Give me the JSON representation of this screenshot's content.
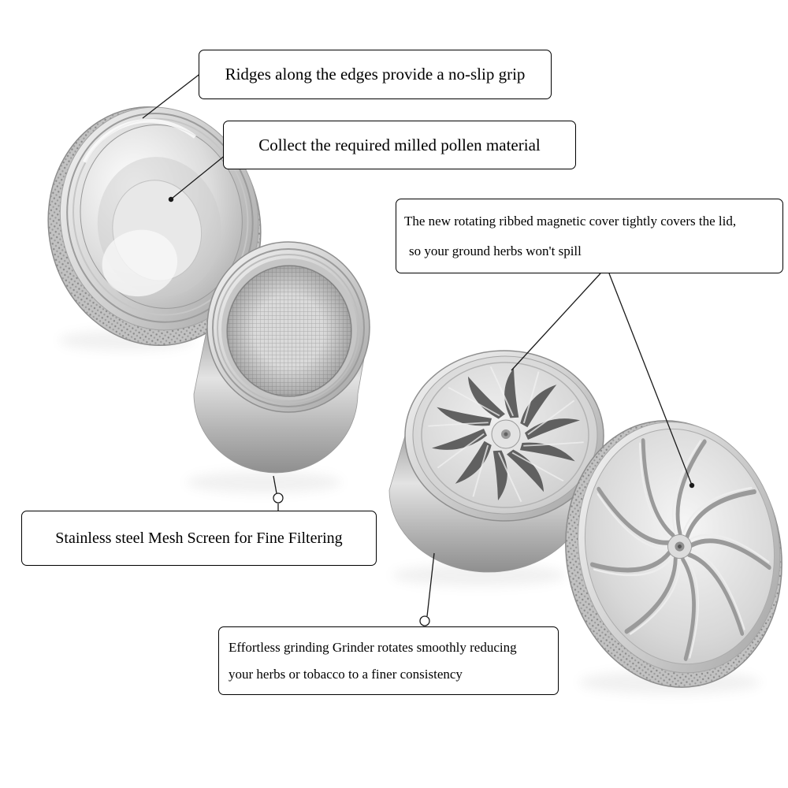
{
  "page": {
    "background": "#ffffff"
  },
  "callouts": {
    "grip": "Ridges along the edges provide a no-slip grip",
    "pollen": "Collect the required milled pollen material",
    "magnetic_line1": "The new rotating ribbed magnetic cover tightly covers the lid,",
    "magnetic_line2": "so your ground herbs won't spill",
    "mesh": "Stainless steel Mesh Screen for Fine Filtering",
    "grinding_line1": "Effortless grinding Grinder rotates smoothly reducing",
    "grinding_line2": "your herbs or tobacco to a finer consistency"
  },
  "colors": {
    "callout_border": "#000000",
    "text": "#000000",
    "leader_line": "#1a1a1a",
    "metal_light": "#f5f5f5",
    "metal_mid": "#c9c9c9",
    "metal_dark": "#8f8f8f"
  }
}
